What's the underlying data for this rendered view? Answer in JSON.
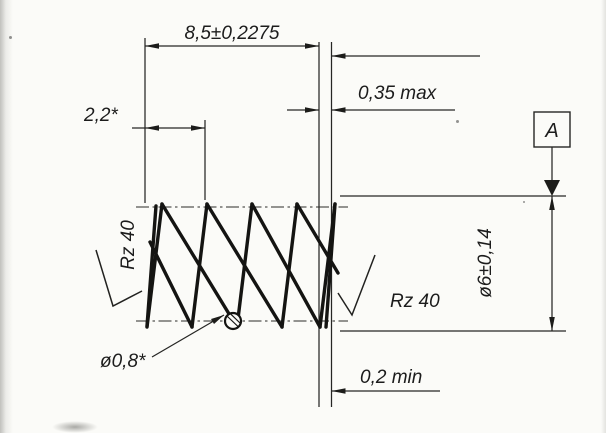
{
  "drawing": {
    "dimensions": {
      "free_length": "8,5±0,2275",
      "end_gap_max": "0,35 max",
      "pitch": "2,2*",
      "wire_diameter": "ø0,8*",
      "outer_diameter": "ø6±0,14",
      "end_gap_min": "0,2 min"
    },
    "roughness": {
      "left": "Rz 40",
      "right": "Rz 40"
    },
    "datum": {
      "label": "A"
    },
    "colors": {
      "ink": "#1c1c1c",
      "paper": "#fbfbf8"
    }
  }
}
